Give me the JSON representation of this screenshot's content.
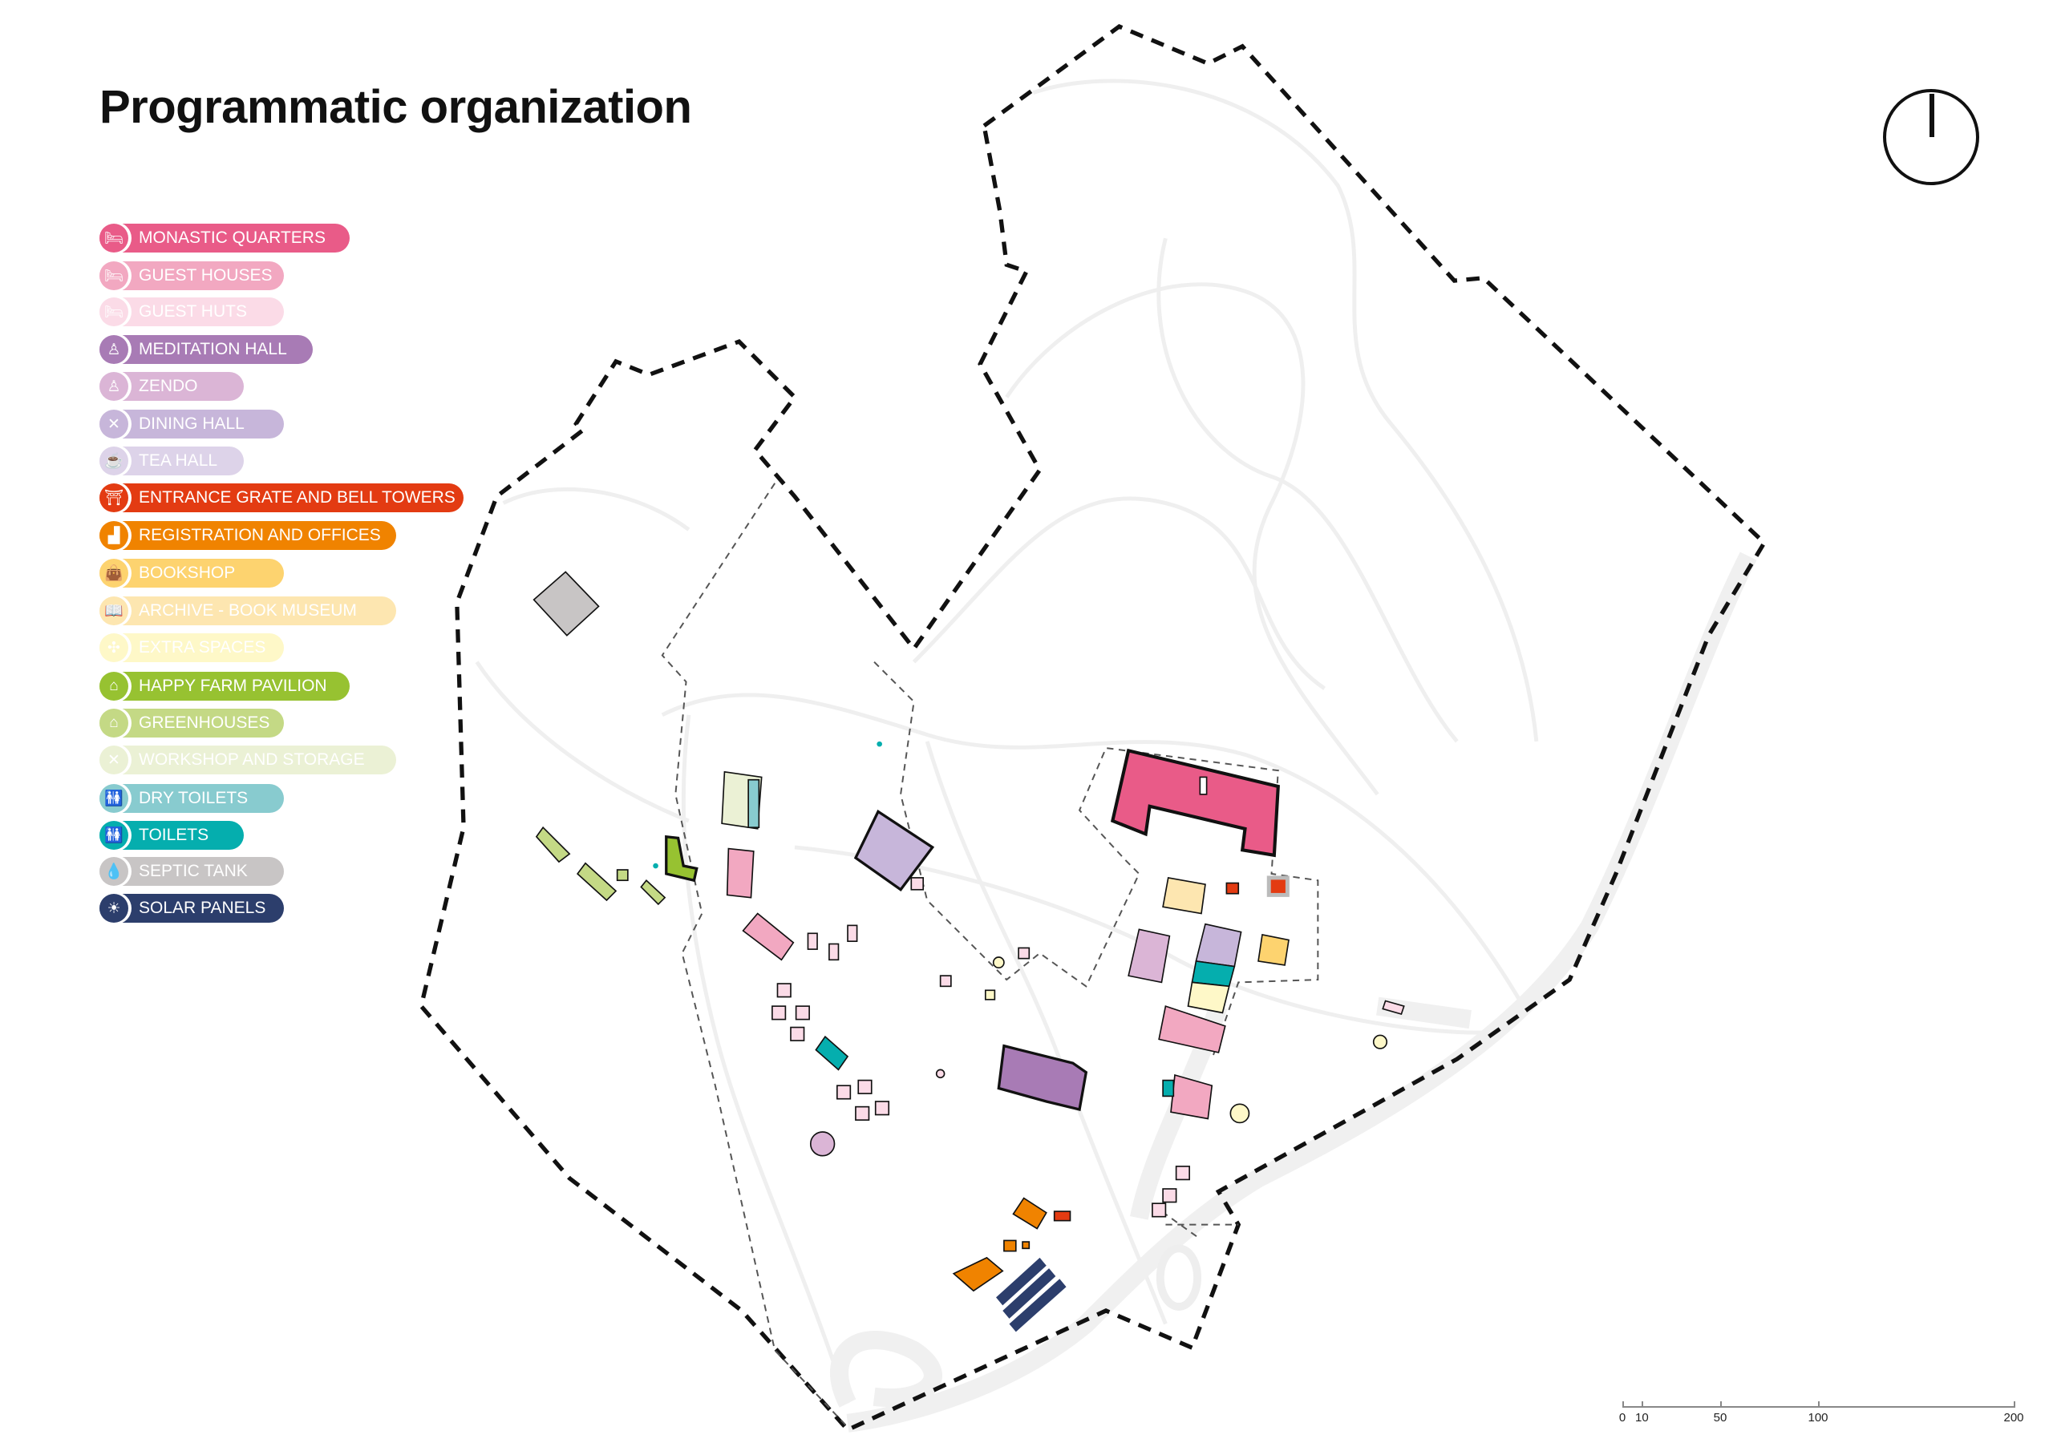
{
  "title": "Programmatic organization",
  "legend": [
    {
      "label": "MONASTIC QUARTERS",
      "color": "#e95b88",
      "icon": "bed-icon",
      "glyph": "🛏"
    },
    {
      "label": "GUEST HOUSES",
      "color": "#f2a8c1",
      "icon": "bed-icon",
      "glyph": "🛏"
    },
    {
      "label": "GUEST HUTS",
      "color": "#fbdbe7",
      "icon": "bed-icon",
      "glyph": "🛏"
    },
    {
      "label": "MEDITATION HALL",
      "color": "#a87bb5",
      "icon": "meditation-icon",
      "glyph": "♙"
    },
    {
      "label": "ZENDO",
      "color": "#dbb5d6",
      "icon": "meditation-icon",
      "glyph": "♙"
    },
    {
      "label": "DINING HALL",
      "color": "#c7b6da",
      "icon": "fork-spoon-icon",
      "glyph": "✕"
    },
    {
      "label": "TEA HALL",
      "color": "#ddd3e9",
      "icon": "cup-icon",
      "glyph": "☕"
    },
    {
      "label": "ENTRANCE GRATE AND BELL TOWERS",
      "color": "#e33b12",
      "icon": "bell-tower-icon",
      "glyph": "⛩"
    },
    {
      "label": "REGISTRATION AND OFFICES",
      "color": "#f08300",
      "icon": "desk-icon",
      "glyph": "▟"
    },
    {
      "label": "BOOKSHOP",
      "color": "#fdd36f",
      "icon": "shopping-bag-icon",
      "glyph": "👜"
    },
    {
      "label": "ARCHIVE - BOOK MUSEUM",
      "color": "#fde6b0",
      "icon": "open-book-icon",
      "glyph": "📖"
    },
    {
      "label": "EXTRA SPACES",
      "color": "#fef8c8",
      "icon": "arrows-in-icon",
      "glyph": "✣"
    },
    {
      "label": "HAPPY FARM PAVILION",
      "color": "#97c231",
      "icon": "farm-icon",
      "glyph": "⌂"
    },
    {
      "label": "GREENHOUSES",
      "color": "#c4d985",
      "icon": "greenhouse-icon",
      "glyph": "⌂"
    },
    {
      "label": "WORKSHOP AND STORAGE",
      "color": "#ebf1d5",
      "icon": "tools-icon",
      "glyph": "✕"
    },
    {
      "label": "DRY TOILETS",
      "color": "#88cbcf",
      "icon": "toilet-icon",
      "glyph": "🚻"
    },
    {
      "label": "TOILETS",
      "color": "#05aeae",
      "icon": "toilet-icon",
      "glyph": "🚻"
    },
    {
      "label": "SEPTIC TANK",
      "color": "#c8c5c5",
      "icon": "drop-icon",
      "glyph": "💧"
    },
    {
      "label": "SOLAR PANELS",
      "color": "#2c3e6c",
      "icon": "solar-panel-icon",
      "glyph": "☀"
    }
  ],
  "scale_bar": {
    "ticks": [
      0,
      10,
      50,
      100,
      200
    ]
  },
  "north_arrow": {
    "icon": "north-arrow-icon"
  }
}
